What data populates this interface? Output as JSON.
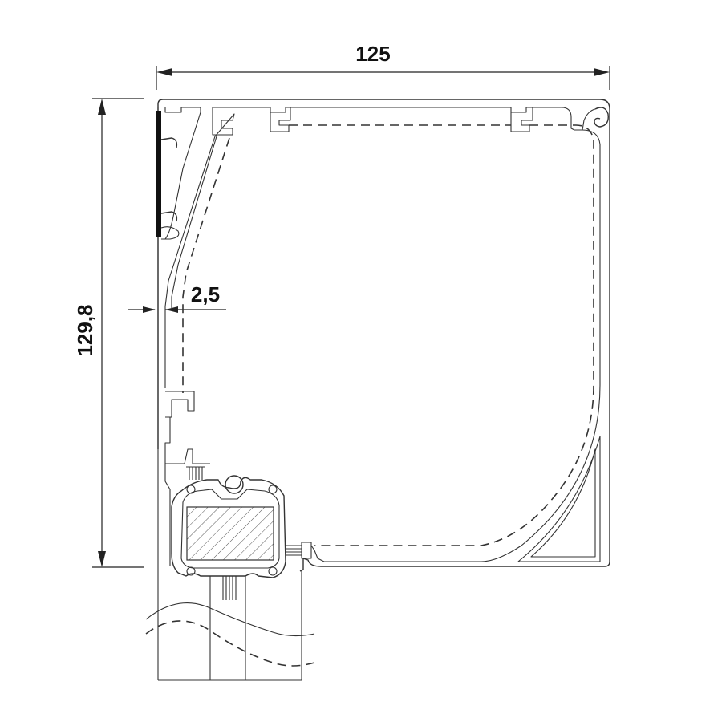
{
  "dimensions": {
    "width_label": "125",
    "height_label": "129,8",
    "gap_label": "2,5"
  },
  "colors": {
    "line": "#333333",
    "seal": "#111111",
    "background": "#ffffff"
  }
}
